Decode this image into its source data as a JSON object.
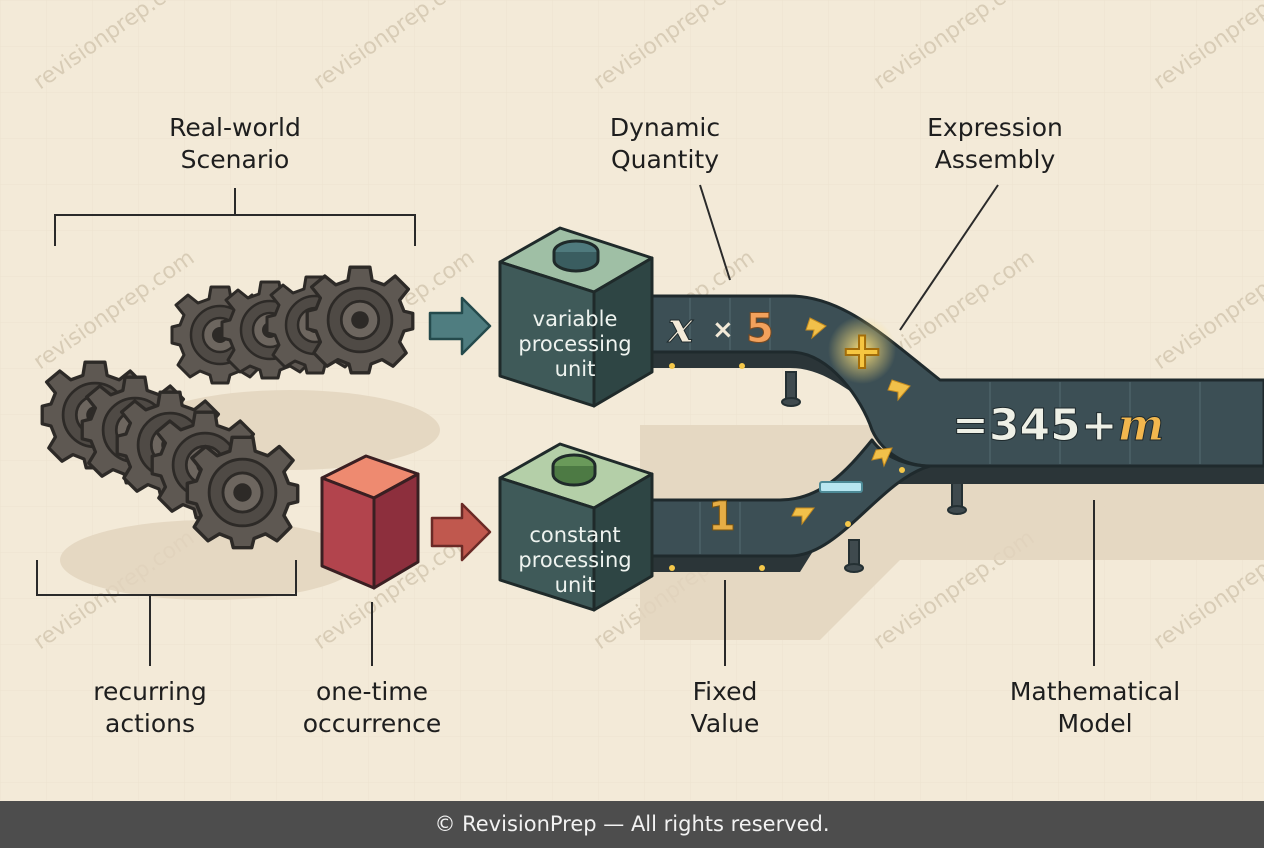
{
  "labels": {
    "real_world_scenario": [
      "Real-world",
      "Scenario"
    ],
    "dynamic_quantity": [
      "Dynamic",
      "Quantity"
    ],
    "expression_assembly": [
      "Expression",
      "Assembly"
    ],
    "recurring_actions": [
      "recurring",
      "actions"
    ],
    "one_time_occurrence": [
      "one-time",
      "occurrence"
    ],
    "fixed_value": [
      "Fixed",
      "Value"
    ],
    "mathematical_model": [
      "Mathematical",
      "Model"
    ]
  },
  "units": {
    "variable": [
      "variable",
      "processing",
      "unit"
    ],
    "constant": [
      "constant",
      "processing",
      "unit"
    ]
  },
  "belt": {
    "top_var": "x",
    "top_op": "×",
    "top_num": "5",
    "bottom_num": "1",
    "plus_sign": "+",
    "result_prefix": "=345+",
    "result_var": "m"
  },
  "watermark": "revisionprep.com",
  "footer": "© RevisionPrep — All rights reserved.",
  "colors": {
    "background": "#f3ead8",
    "belt": "#3c4f55",
    "box": "#3f5a59",
    "arrow_teal": "#4f7d80",
    "arrow_red": "#c0584e",
    "cube": "#b2444d",
    "number_orange": "#f2a15c",
    "number_gold": "#e6ad45",
    "footer": "#4d4d4d"
  }
}
